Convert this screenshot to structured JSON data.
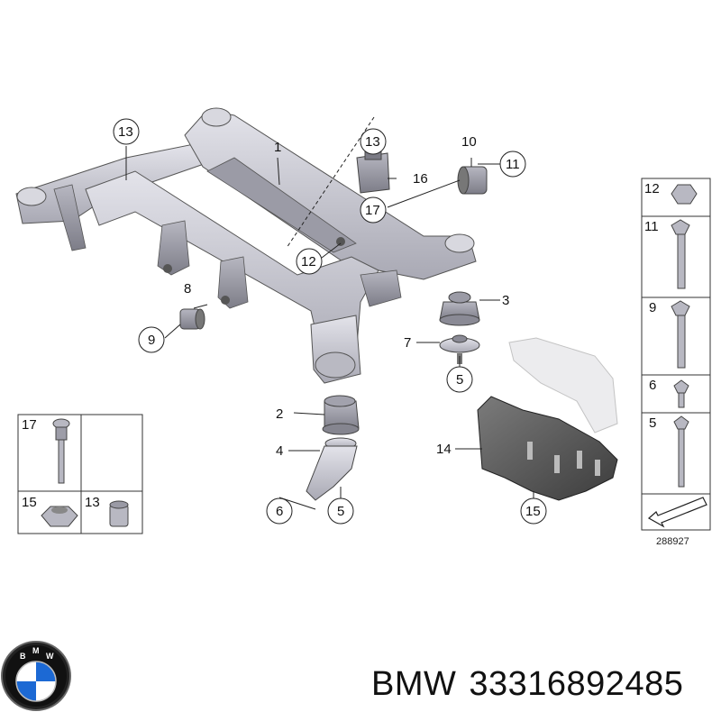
{
  "diagram": {
    "callouts": {
      "c1": "1",
      "c2": "2",
      "c3": "3",
      "c4": "4",
      "c5a": "5",
      "c5b": "5",
      "c6": "6",
      "c7": "7",
      "c8": "8",
      "c9": "9",
      "c10": "10",
      "c11": "11",
      "c12": "12",
      "c13a": "13",
      "c13b": "13",
      "c14": "14",
      "c15": "15",
      "c16": "16",
      "c17": "17"
    },
    "legend_left": {
      "top": "17",
      "bottom_left": "15",
      "bottom_right": "13"
    },
    "legend_right": [
      "12",
      "11",
      "9",
      "6",
      "5"
    ],
    "reference_number": "288927"
  },
  "footer": {
    "brand": "BMW",
    "part_number": "33316892485",
    "logo": "bmw-roundel-logo"
  },
  "colors": {
    "part_fill": "#c9c9d1",
    "part_dark": "#8e8e99",
    "line": "#222222",
    "logo_blue": "#1c69d4"
  }
}
